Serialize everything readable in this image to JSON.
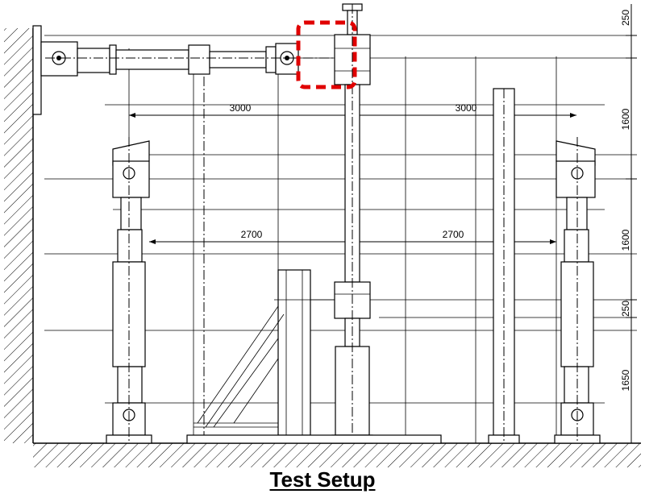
{
  "caption": "Test Setup",
  "dimensions": {
    "top_left_span": "3000",
    "top_right_span": "3000",
    "mid_left_span": "2700",
    "mid_right_span": "2700",
    "right_v1": "250",
    "right_v2": "1600",
    "right_v3": "1600",
    "right_v4": "250",
    "right_v5": "1650"
  },
  "colors": {
    "highlight": "#e00000",
    "line": "#000000"
  },
  "icons": {
    "highlight": "dashed-red-highlight-box",
    "hatch": "hatched-ground"
  }
}
